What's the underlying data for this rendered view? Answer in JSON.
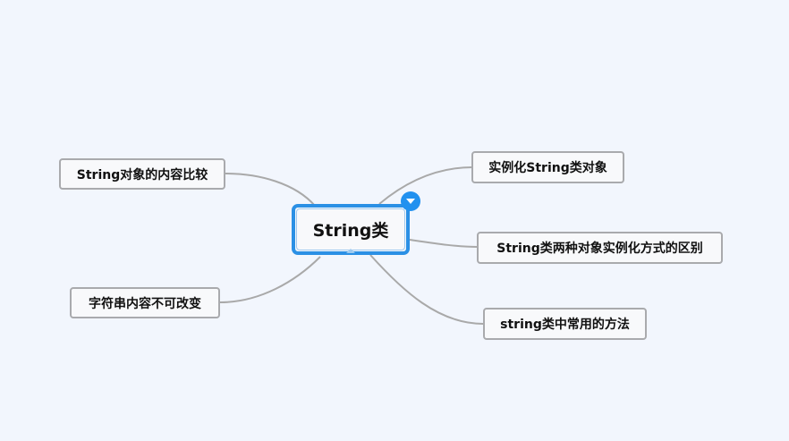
{
  "root": {
    "label": "String类"
  },
  "nodes": {
    "left_top": "String对象的内容比较",
    "left_bottom": "字符串内容不可改变",
    "right_1": "实例化String类对象",
    "right_2": "String类两种对象实例化方式的区别",
    "right_3": "string类中常用的方法"
  },
  "colors": {
    "background": "#f2f6fd",
    "accent": "#2b90e5",
    "node_border": "#a9aaad",
    "link": "#a9a9a9"
  },
  "icons": {
    "collapse": "chevron-down-icon"
  }
}
